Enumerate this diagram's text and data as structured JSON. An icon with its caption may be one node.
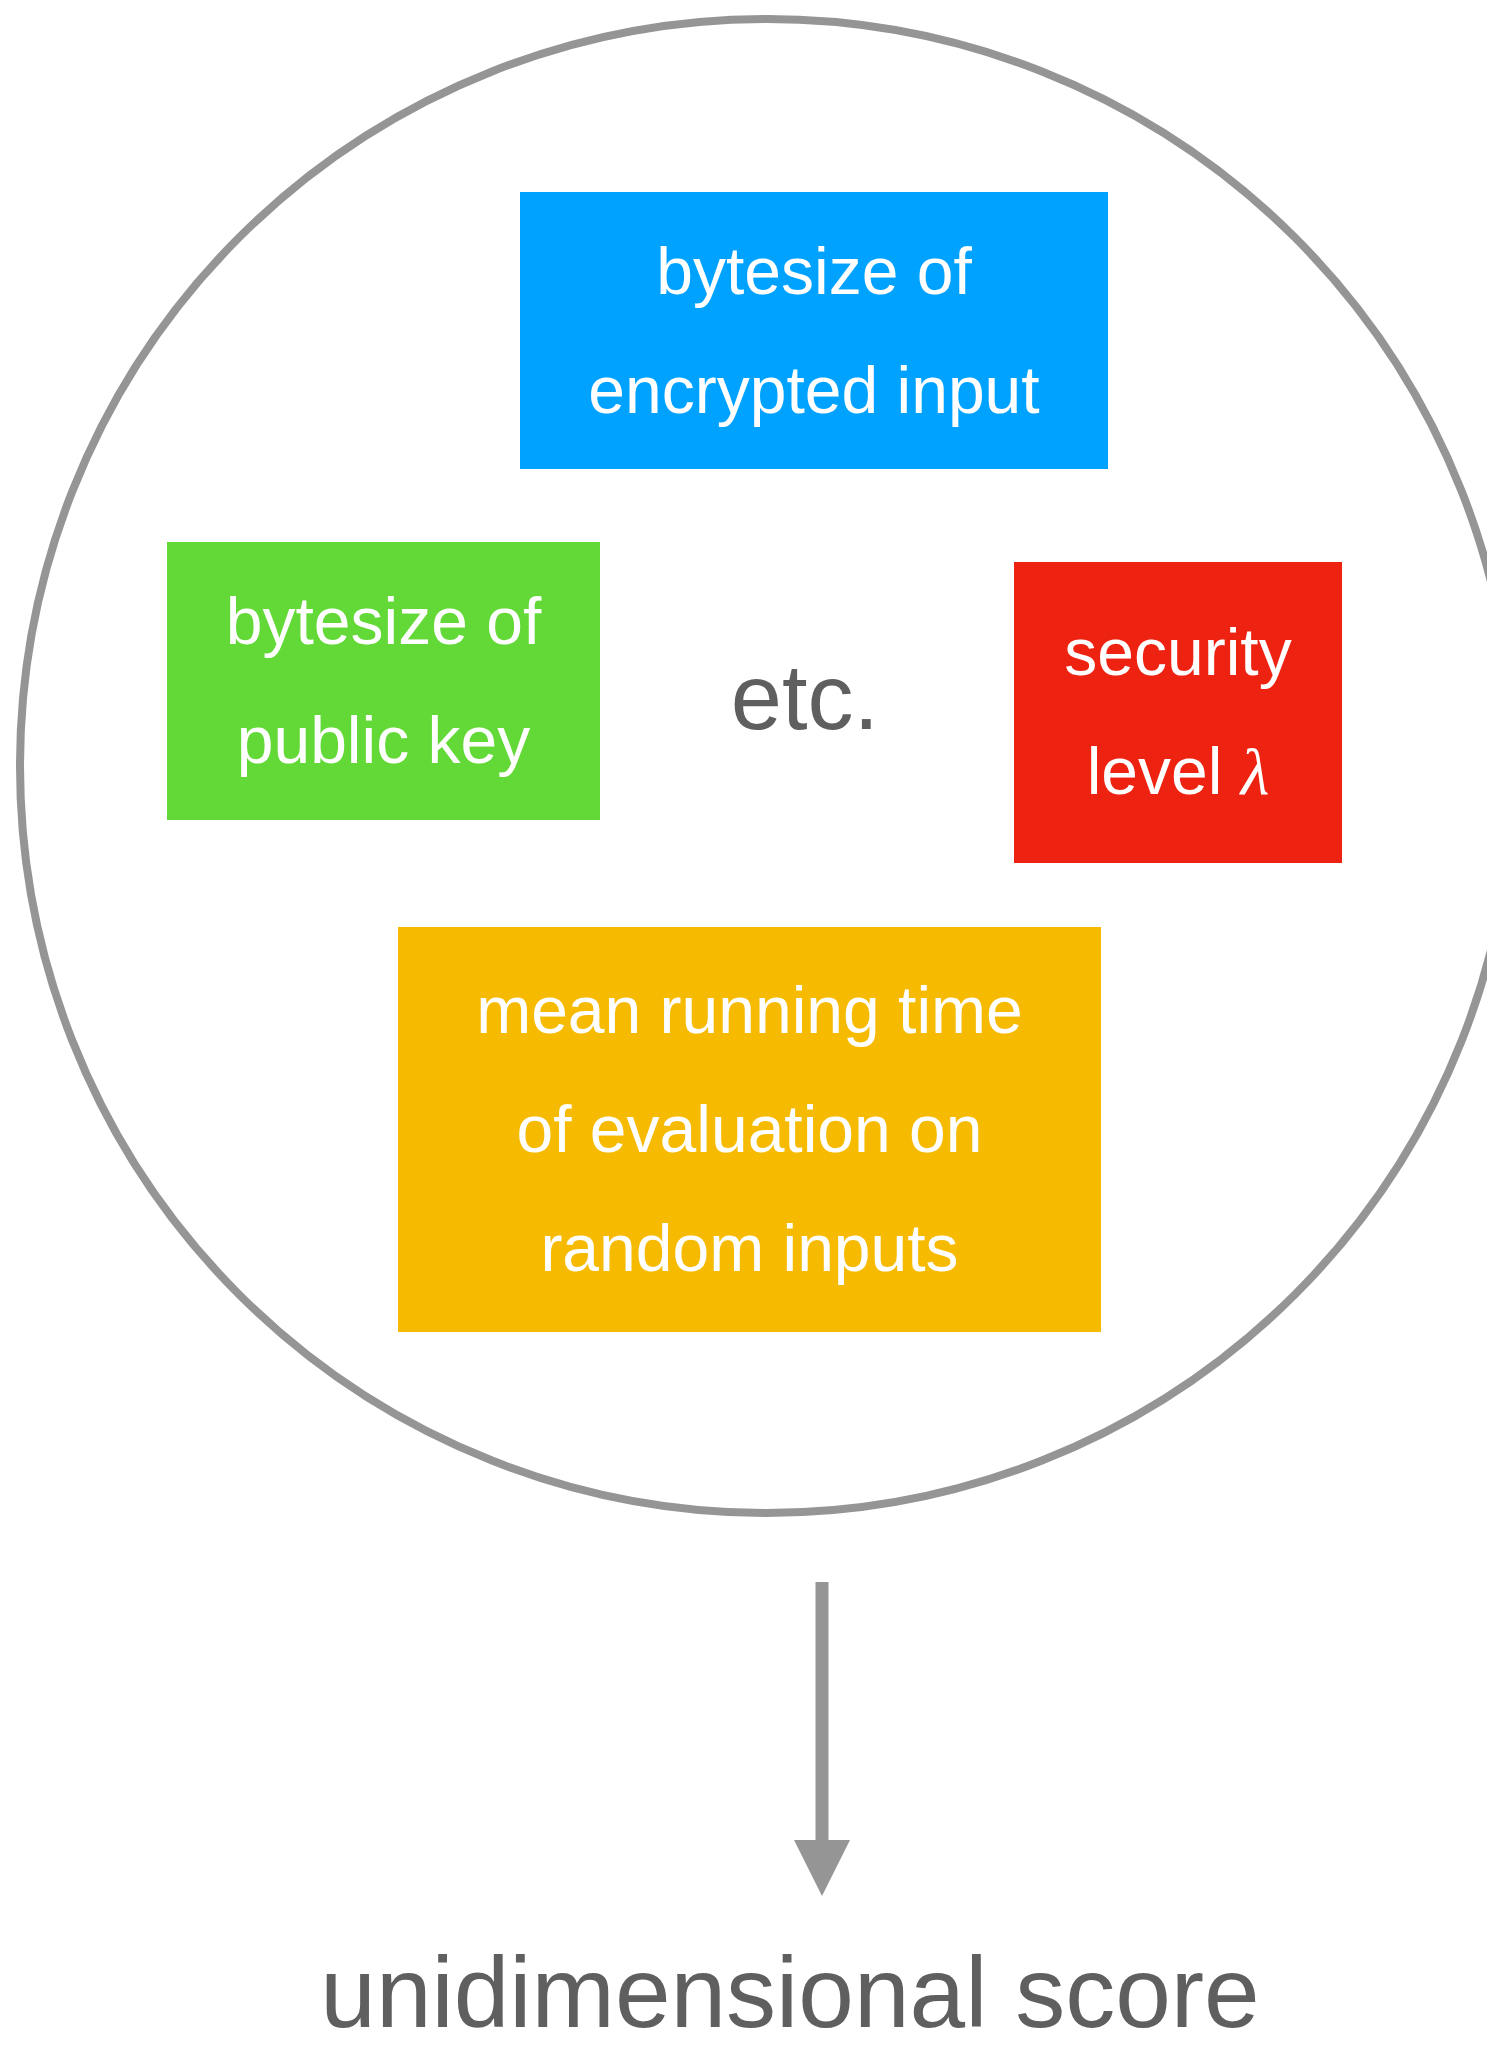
{
  "diagram": {
    "nodes": [
      {
        "text": [],
        "shape": "circle"
      },
      {
        "text": [
          "bytesize of encrypted input"
        ],
        "in": 0
      },
      {
        "text": [
          "bytesize of public key"
        ],
        "in": 0
      },
      {
        "text": [
          "security level *λ*"
        ],
        "in": 0
      },
      {
        "text": [
          "mean running time of evaluation on random inputs"
        ],
        "in": 0
      },
      {
        "text": [
          "unidimensional score"
        ]
      }
    ],
    "edges": [
      {
        "from": 0,
        "to": 5,
        "arrow": "to"
      }
    ],
    "labels": [
      "etc."
    ]
  }
}
